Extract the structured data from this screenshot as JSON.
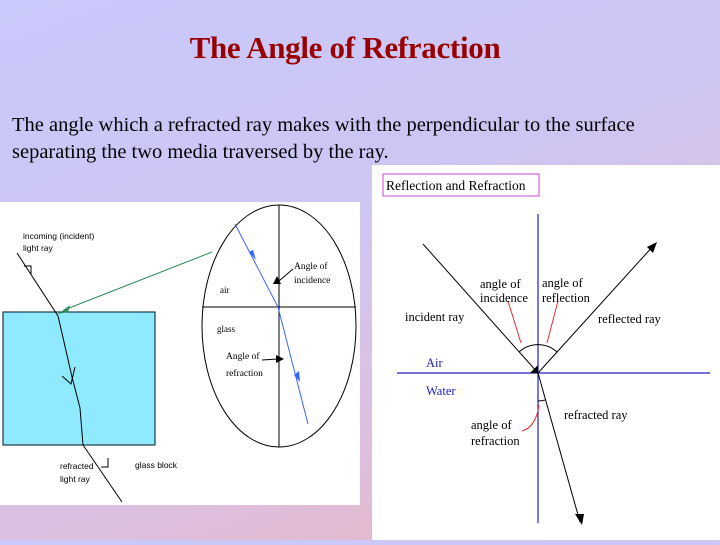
{
  "slide": {
    "title": "The Angle of Refraction",
    "definition": " The angle which a refracted ray makes with the perpendicular to the surface separating the two media traversed by the ray."
  },
  "figure_left": {
    "labels": {
      "incoming_line1": "incoming (incident)",
      "incoming_line2": "light ray",
      "refracted_line1": "refracted",
      "refracted_line2": "light ray",
      "glass_block": "glass block",
      "air": "air",
      "glass": "glass",
      "angle_incidence_line1": "Angle of",
      "angle_incidence_line2": "incidence",
      "angle_refraction_line1": "Angle of",
      "angle_refraction_line2": "refraction"
    },
    "colors": {
      "glass": "#8eeafc",
      "zoom_line": "#2e8b57",
      "ray_in_circle": "#3366ff"
    }
  },
  "figure_right": {
    "title": "Reflection and Refraction",
    "labels": {
      "incident_ray": "incident ray",
      "reflected_ray": "reflected ray",
      "angle_incidence_line1": "angle of",
      "angle_incidence_line2": "incidence",
      "angle_reflection_line1": "angle of",
      "angle_reflection_line2": "reflection",
      "air": "Air",
      "water": "Water",
      "refracted_ray": "refracted ray",
      "angle_refraction_line1": "angle of",
      "angle_refraction_line2": "refraction"
    },
    "colors": {
      "normal_and_surface": "#2020c0",
      "angle_pointer": "#e03030",
      "title_border": "#cc44cc"
    }
  }
}
